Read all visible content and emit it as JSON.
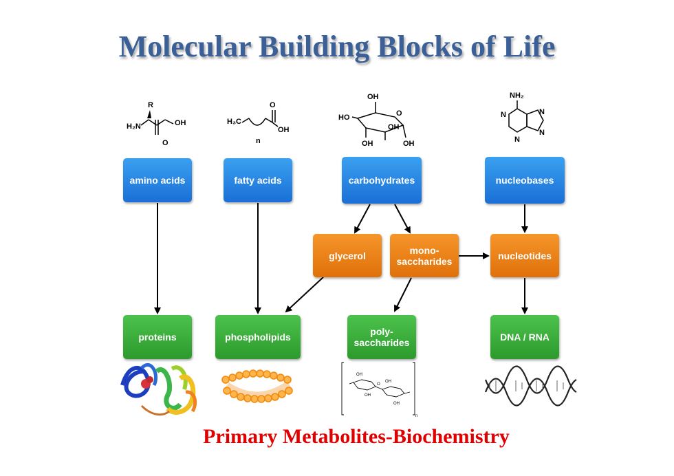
{
  "title": "Molecular Building Blocks of Life",
  "subtitle": "Primary Metabolites-Biochemistry",
  "nodes": {
    "amino_acids": "amino acids",
    "fatty_acids": "fatty acids",
    "carbohydrates": "carbohydrates",
    "nucleobases": "nucleobases",
    "glycerol": "glycerol",
    "monosaccharides": "mono-\nsaccharides",
    "nucleotides": "nucleotides",
    "proteins": "proteins",
    "phospholipids": "phospholipids",
    "polysaccharides": "poly-\nsaccharides",
    "dna_rna": "DNA / RNA"
  },
  "structures": {
    "amino_acid": {
      "r": "R",
      "n": "H₂N",
      "o": "O",
      "oh": "OH"
    },
    "fatty_acid": {
      "ch3": "H₃C",
      "oh": "OH",
      "o": "O",
      "n": "n"
    },
    "sugar": {
      "oh_top": "OH",
      "ho": "HO",
      "o": "O",
      "oh_b1": "OH",
      "oh_b2": "OH",
      "oh_r": "OH"
    },
    "nucleobase": {
      "nh2": "NH₂",
      "n1": "N",
      "n3": "N",
      "n7": "N",
      "n9": "N"
    },
    "poly_oh": "OH",
    "poly_o": "O",
    "poly_n": "n"
  },
  "colors": {
    "title": "#3b5f97",
    "subtitle": "#e00000",
    "blue": "#1a6fd6",
    "orange": "#e0700a",
    "green": "#2c9a2c"
  }
}
